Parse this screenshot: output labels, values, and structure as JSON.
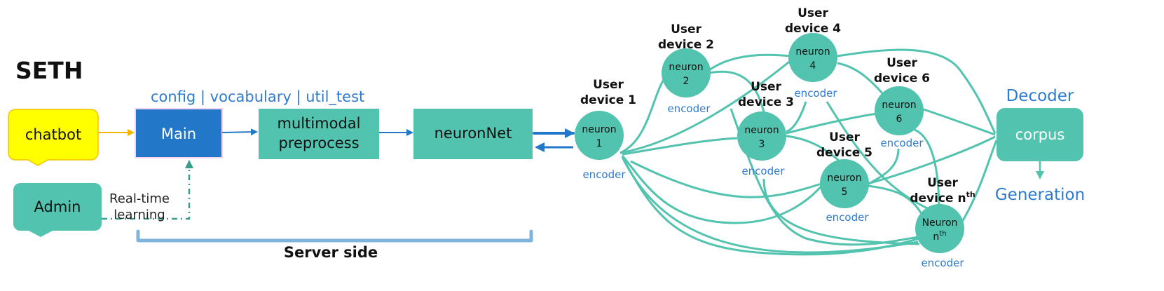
{
  "title": "SETH",
  "colors": {
    "teal": "#52c3ae",
    "blue": "#2277c8",
    "yellow": "#ffff00",
    "orange_arrow": "#f5b400",
    "label_blue": "#2e7bcf",
    "bracket": "#7fb4dd",
    "dashed_teal": "#3a9e8a"
  },
  "left": {
    "chatbot": "chatbot",
    "admin": "Admin",
    "realtime_line1": "Real-time",
    "realtime_line2": "learning",
    "main": "Main",
    "modules_label": "config  | vocabulary  |  util_test",
    "preprocess_line1": "multimodal",
    "preprocess_line2": "preprocess",
    "neuronnet": "neuronNet",
    "server_side": "Server side"
  },
  "devices": [
    {
      "id": "1",
      "title1": "User",
      "title2": "device 1",
      "neuron1": "neuron",
      "neuron2": "1",
      "sup": "",
      "encoder": "encoder"
    },
    {
      "id": "2",
      "title1": "User",
      "title2": "device 2",
      "neuron1": "neuron",
      "neuron2": "2",
      "sup": "",
      "encoder": "encoder"
    },
    {
      "id": "3",
      "title1": "User",
      "title2": "device 3",
      "neuron1": "neuron",
      "neuron2": "3",
      "sup": "",
      "encoder": "encoder"
    },
    {
      "id": "4",
      "title1": "User",
      "title2": "device 4",
      "neuron1": "neuron",
      "neuron2": "4",
      "sup": "",
      "encoder": "encoder"
    },
    {
      "id": "5",
      "title1": "User",
      "title2": "device 5",
      "neuron1": "neuron",
      "neuron2": "5",
      "sup": "",
      "encoder": "encoder"
    },
    {
      "id": "6",
      "title1": "User",
      "title2": "device 6",
      "neuron1": "neuron",
      "neuron2": "6",
      "sup": "",
      "encoder": "encoder"
    },
    {
      "id": "n",
      "title1": "User",
      "title2": "device n",
      "title_sup": "th",
      "neuron1": "Neuron",
      "neuron2": "n",
      "sup": "th",
      "encoder": "encoder"
    }
  ],
  "right": {
    "decoder": "Decoder",
    "corpus": "corpus",
    "generation": "Generation"
  }
}
